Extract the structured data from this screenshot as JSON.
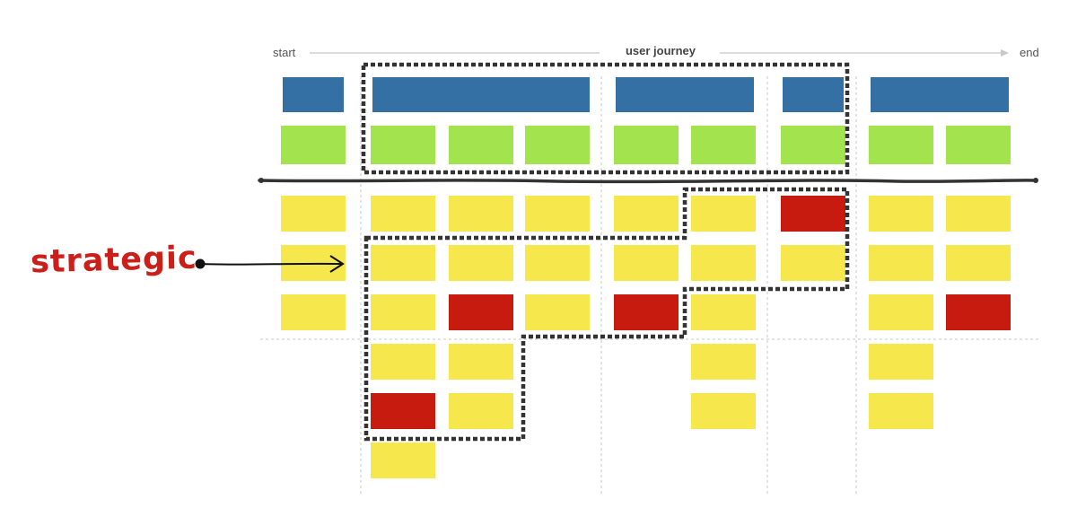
{
  "journey": {
    "start_label": "start",
    "title": "user journey",
    "end_label": "end"
  },
  "annotation": {
    "label": "strategic"
  },
  "colors": {
    "activity": "#3570a5",
    "task": "#a3e44e",
    "story": "#f6e84c",
    "story_flagged": "#c81b10",
    "divider": "#333333",
    "guide": "#c8c8c8",
    "annotation": "#cc1f1a"
  },
  "story_map": {
    "activities": 5,
    "tasks_per_activity": [
      1,
      3,
      2,
      1,
      2
    ],
    "story_columns": [
      [
        "story",
        "story",
        "story"
      ],
      [
        "story",
        "story",
        "story",
        "story",
        "flagged",
        "story"
      ],
      [
        "story",
        "story",
        "flagged",
        "story",
        "story"
      ],
      [
        "story",
        "story",
        "story"
      ],
      [
        "story",
        "story",
        "flagged"
      ],
      [
        "story",
        "story",
        "story",
        "story",
        "story"
      ],
      [
        "flagged",
        "story"
      ],
      [
        "story",
        "story",
        "story",
        "story",
        "story"
      ],
      [
        "story",
        "story",
        "flagged"
      ]
    ]
  }
}
